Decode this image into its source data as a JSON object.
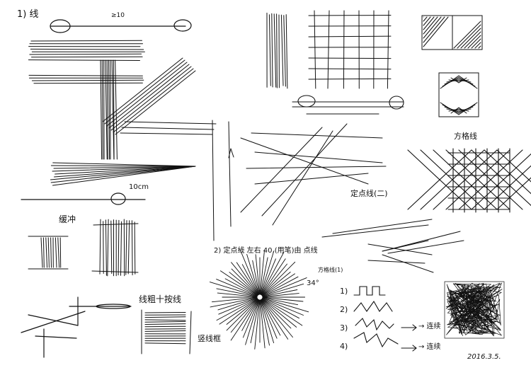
{
  "labels": {
    "lines_heading": "1) 线",
    "length_mark": "≥10",
    "ten_cm": "10cm",
    "cluster_label": "定点线(二)",
    "hatch_label": "方格线",
    "curve_label": "2) 定点线 左右 40.(用笔)由 点线",
    "shade_label": "线粗十按线",
    "vertical_label": "竖线框",
    "small_label": "方格线(1)",
    "buffer_label": "缓冲",
    "angle_mark": "34°",
    "step1": "1)",
    "step2": "2)",
    "step3": "3)",
    "step4": "4)",
    "arrow3_text": "→ 连续",
    "arrow4_text": "→ 连续",
    "date": "2016.3.5."
  }
}
